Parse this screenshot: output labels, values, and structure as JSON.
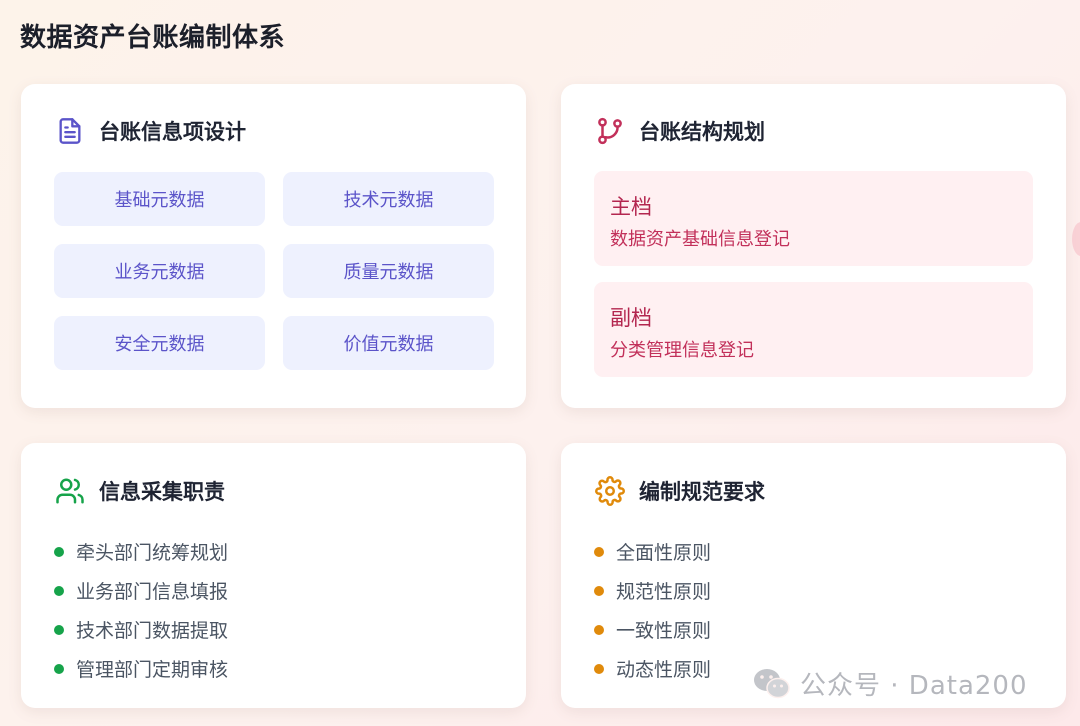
{
  "page": {
    "title": "数据资产台账编制体系"
  },
  "cards": {
    "design": {
      "title": "台账信息项设计",
      "icon": "document-icon",
      "accent": "#5b54c9",
      "items": [
        "基础元数据",
        "技术元数据",
        "业务元数据",
        "质量元数据",
        "安全元数据",
        "价值元数据"
      ]
    },
    "structure": {
      "title": "台账结构规划",
      "icon": "git-branch-icon",
      "accent": "#c2305a",
      "panels": [
        {
          "title": "主档",
          "desc": "数据资产基础信息登记"
        },
        {
          "title": "副档",
          "desc": "分类管理信息登记"
        }
      ]
    },
    "collection": {
      "title": "信息采集职责",
      "icon": "users-icon",
      "accent": "#16a34a",
      "items": [
        "牵头部门统筹规划",
        "业务部门信息填报",
        "技术部门数据提取",
        "管理部门定期审核"
      ]
    },
    "standards": {
      "title": "编制规范要求",
      "icon": "gear-icon",
      "accent": "#e08a0b",
      "items": [
        "全面性原则",
        "规范性原则",
        "一致性原则",
        "动态性原则"
      ]
    }
  },
  "watermark": {
    "text": "公众号 · Data200",
    "icon": "wechat-icon"
  }
}
